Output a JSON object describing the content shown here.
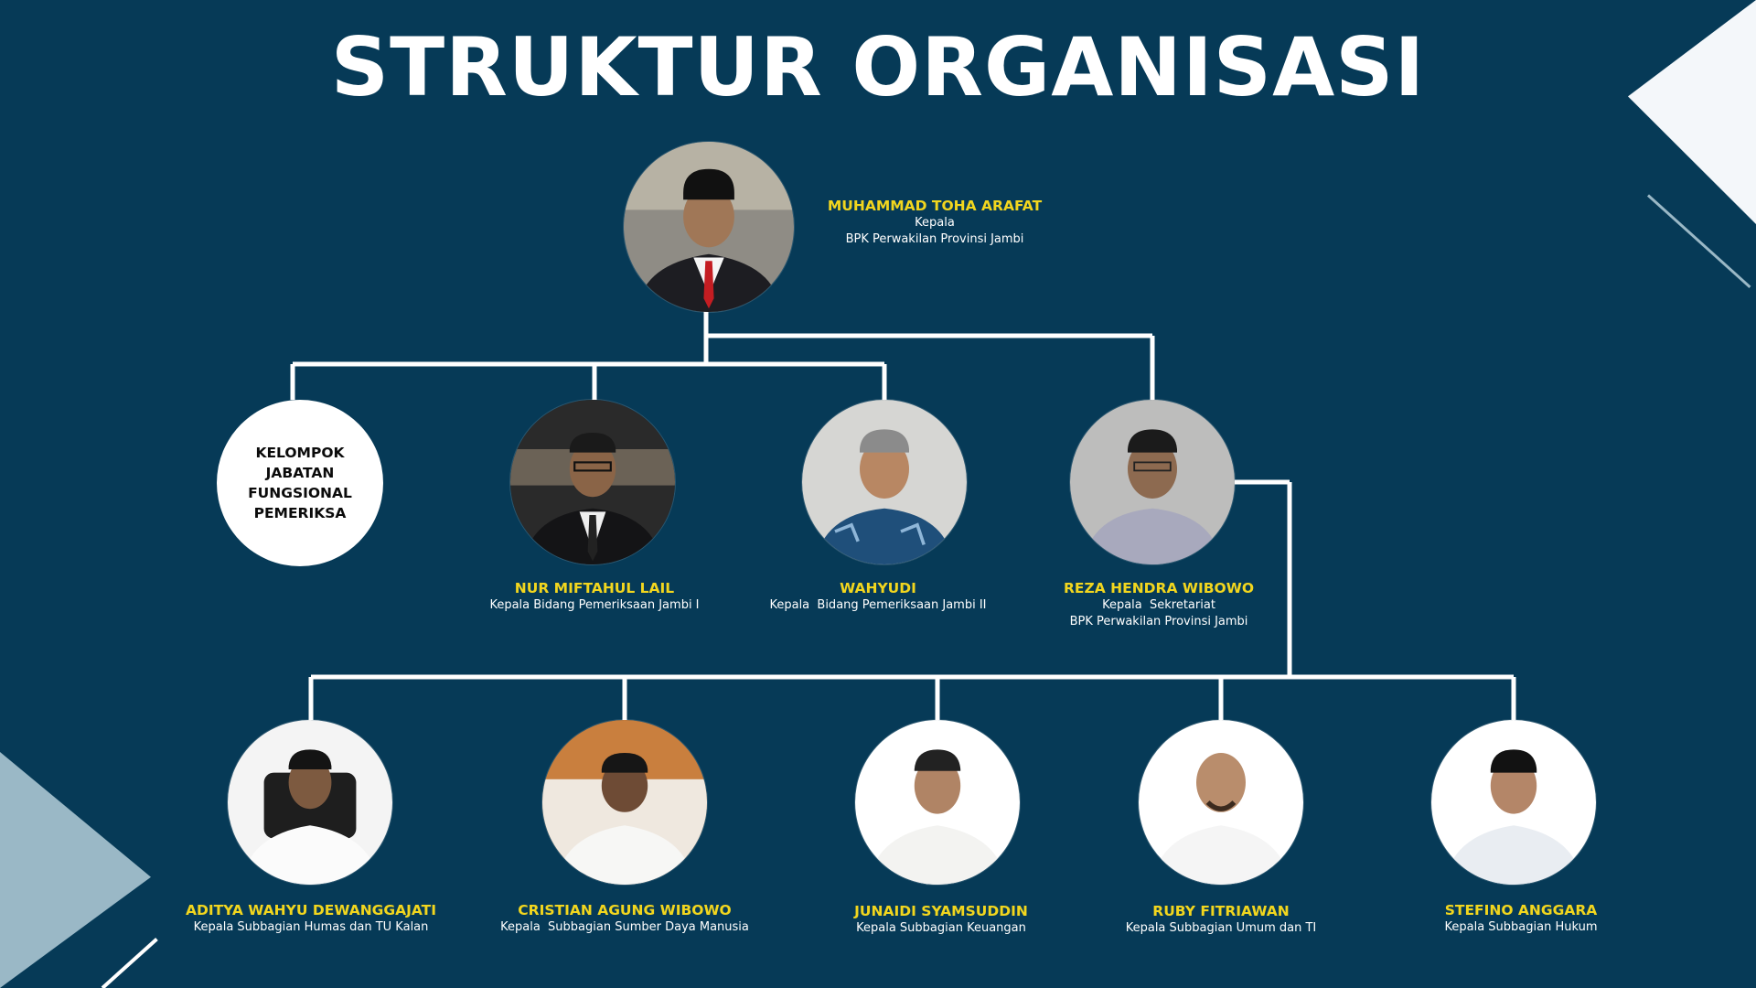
{
  "title": "STRUKTUR ORGANISASI",
  "head": {
    "name": "MUHAMMAD TOHA ARAFAT",
    "role_line1": "Kepala",
    "role_line2": "BPK Perwakilan Provinsi Jambi"
  },
  "functional_group": {
    "lines": [
      "KELOMPOK",
      "JABATAN",
      "FUNGSIONAL",
      "PEMERIKSA"
    ]
  },
  "level2": [
    {
      "name": "NUR MIFTAHUL LAIL",
      "role_line1": "Kepala Bidang Pemeriksaan Jambi I",
      "role_line2": ""
    },
    {
      "name": "WAHYUDI",
      "role_line1": "Kepala  Bidang Pemeriksaan Jambi II",
      "role_line2": ""
    },
    {
      "name": "REZA HENDRA WIBOWO",
      "role_line1": "Kepala  Sekretariat",
      "role_line2": "BPK Perwakilan Provinsi Jambi"
    }
  ],
  "level3": [
    {
      "name": "ADITYA WAHYU DEWANGGAJATI",
      "role": "Kepala Subbagian Humas dan TU Kalan"
    },
    {
      "name": "CRISTIAN AGUNG WIBOWO",
      "role": "Kepala  Subbagian Sumber Daya Manusia"
    },
    {
      "name": "JUNAIDI SYAMSUDDIN",
      "role": "Kepala Subbagian Keuangan"
    },
    {
      "name": "RUBY FITRIAWAN",
      "role": "Kepala Subbagian Umum dan TI"
    },
    {
      "name": "STEFINO ANGGARA",
      "role": "Kepala Subbagian Hukum"
    }
  ],
  "colors": {
    "background": "#063a57",
    "name_text": "#f2d61e",
    "role_text": "#ffffff",
    "connector": "#ffffff"
  }
}
